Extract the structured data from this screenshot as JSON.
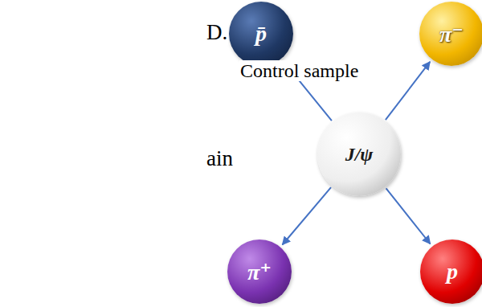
{
  "diagram": {
    "nodes": [
      {
        "text": [
          "p̄"
        ]
      },
      {
        "text": [
          "π⁻"
        ]
      },
      {
        "text": [
          "J/ψ"
        ]
      },
      {
        "text": [
          "π⁺"
        ]
      },
      {
        "text": [
          "p"
        ]
      }
    ],
    "edges": [
      {
        "from": 2,
        "to": 0,
        "arrow": "to"
      },
      {
        "from": 2,
        "to": 1,
        "arrow": "to"
      },
      {
        "from": 2,
        "to": 3,
        "arrow": "to"
      },
      {
        "from": 2,
        "to": 4,
        "arrow": "to"
      }
    ],
    "labels": [
      "D.",
      "Control sample",
      "ain"
    ]
  }
}
